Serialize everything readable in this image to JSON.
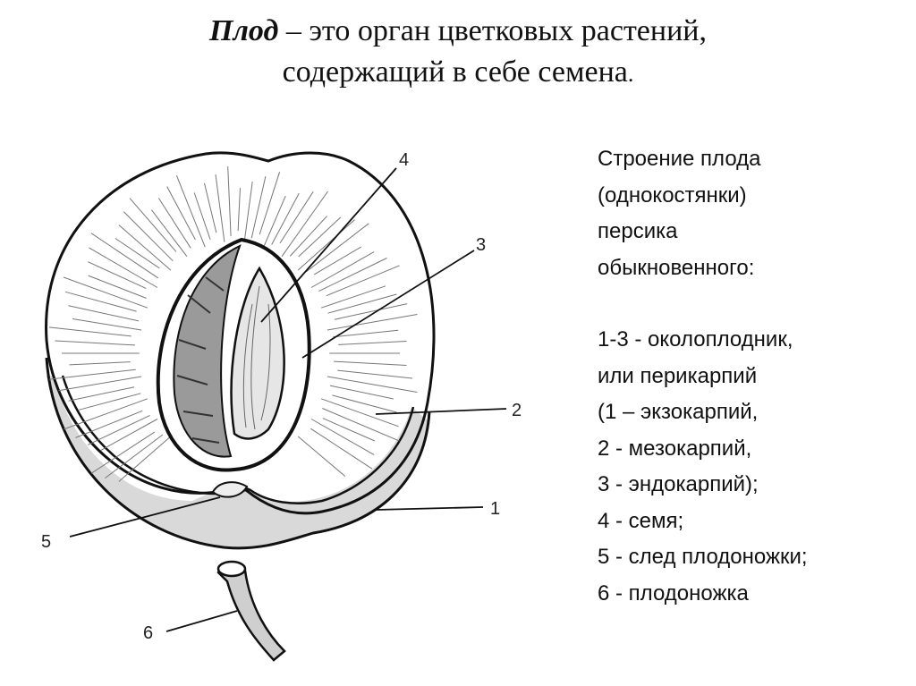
{
  "title": {
    "term": "Плод",
    "rest_line1": " – это орган цветковых растений,",
    "line2": "содержащий в себе семена",
    "period": "."
  },
  "legend": {
    "heading": [
      "Строение плода",
      "(однокостянки)",
      "персика",
      "обыкновенного:"
    ],
    "items": [
      "1-3 - околоплодник,",
      "или перикарпий",
      "(1 – экзокарпий,",
      "2 - мезокарпий,",
      "3 - эндокарпий);",
      "4 - семя;",
      "5 - след плодоножки;",
      "6 - плодоножка"
    ]
  },
  "callouts": [
    "1",
    "2",
    "3",
    "4",
    "5",
    "6"
  ],
  "colors": {
    "ink": "#111111",
    "background": "#ffffff"
  }
}
